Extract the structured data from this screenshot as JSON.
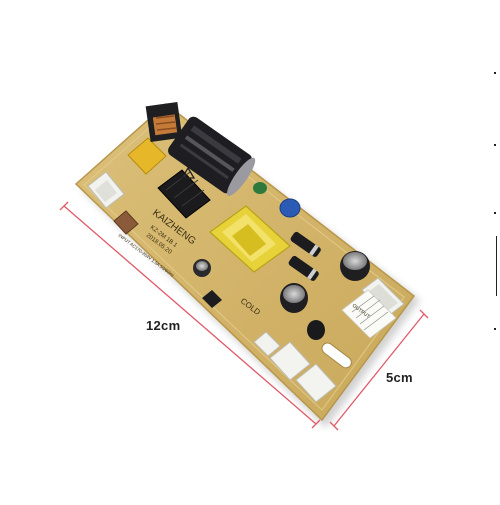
{
  "product": {
    "brand_text": "KAIZHENG",
    "model_text": "KZ-2M 1B 1",
    "date_text": "2018.05.20",
    "rating_text": "INPUT AC170-264V  1.5A  50/60Hz",
    "cold_text": "COLD",
    "output_text": "OUTPUT",
    "colors": {
      "board": "#d2b266",
      "board_edge": "#b8964a",
      "copper_border": "#e4cc8a",
      "capacitor_black": "#1e1e22",
      "transformer_yellow": "#e7d23a",
      "capacitor_yellow": "#e6b829",
      "connector_white": "#f2f2ee"
    }
  },
  "dimensions": {
    "length_label": "12cm",
    "width_label": "5cm",
    "line_color": "#e05a6a"
  }
}
